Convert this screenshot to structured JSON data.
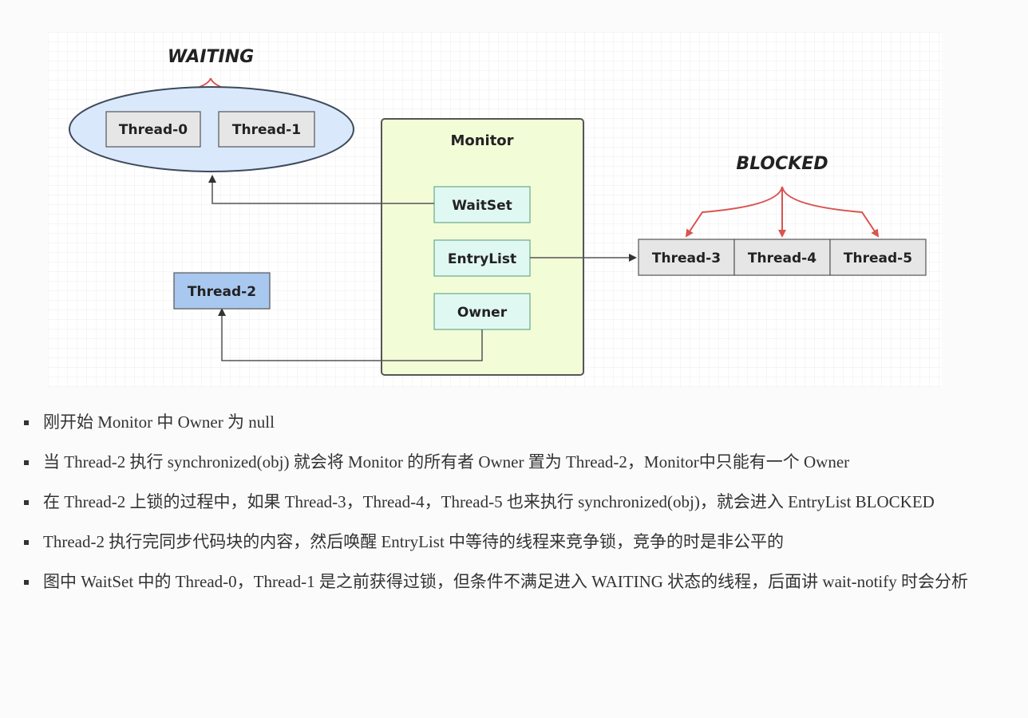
{
  "diagram": {
    "waiting_label": "WAITING",
    "blocked_label": "BLOCKED",
    "monitor": {
      "title": "Monitor",
      "waitset": "WaitSet",
      "entrylist": "EntryList",
      "owner": "Owner"
    },
    "waiting_threads": [
      "Thread-0",
      "Thread-1"
    ],
    "blocked_threads": [
      "Thread-3",
      "Thread-4",
      "Thread-5"
    ],
    "owner_thread": "Thread-2",
    "colors": {
      "ellipse_fill": "#dae8fc",
      "ellipse_stroke": "#3d4a5a",
      "monitor_fill": "#f2fdd8",
      "monitor_stroke": "#555555",
      "slot_fill": "#e0f8f2",
      "slot_stroke": "#6aa88c",
      "thread_fill": "#e6e6e6",
      "thread2_fill": "#a9c8f0",
      "red_arrow": "#d9534f"
    }
  },
  "notes": [
    "刚开始 Monitor 中 Owner 为 null",
    "当 Thread-2 执行 synchronized(obj) 就会将 Monitor 的所有者 Owner 置为 Thread-2，Monitor中只能有一个 Owner",
    "在 Thread-2 上锁的过程中，如果 Thread-3，Thread-4，Thread-5 也来执行 synchronized(obj)，就会进入 EntryList BLOCKED",
    "Thread-2 执行完同步代码块的内容，然后唤醒 EntryList 中等待的线程来竞争锁，竞争的时是非公平的",
    "图中 WaitSet 中的 Thread-0，Thread-1 是之前获得过锁，但条件不满足进入 WAITING 状态的线程，后面讲 wait-notify 时会分析"
  ]
}
